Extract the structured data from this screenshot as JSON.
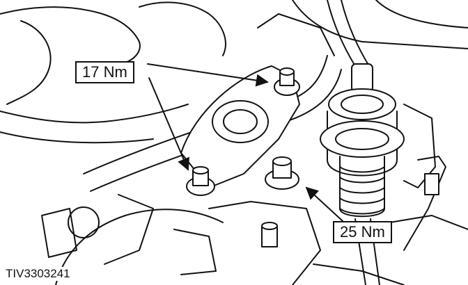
{
  "callouts": {
    "upper_torque": "17 Nm",
    "lower_torque": "25 Nm"
  },
  "figure": {
    "reference_code": "TIV3303241"
  },
  "colors": {
    "line": "#111111",
    "background": "#ffffff"
  }
}
